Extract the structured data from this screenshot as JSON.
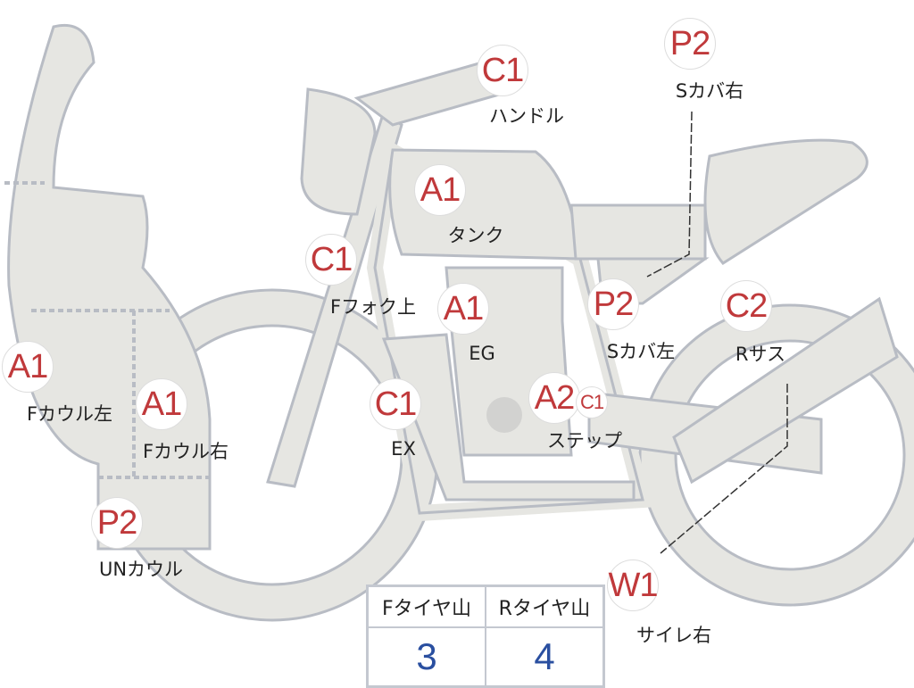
{
  "markers": [
    {
      "code": "C1",
      "label": "ハンドル"
    },
    {
      "code": "P2",
      "label": "Sカバ右"
    },
    {
      "code": "A1",
      "label": "タンク"
    },
    {
      "code": "C1",
      "label": "Fフォク上"
    },
    {
      "code": "A1",
      "label": "EG"
    },
    {
      "code": "P2",
      "label": "Sカバ左"
    },
    {
      "code": "C2",
      "label": "Rサス"
    },
    {
      "code": "A1",
      "label": "Fカウル左"
    },
    {
      "code": "A1",
      "label": "Fカウル右"
    },
    {
      "code": "C1",
      "label": "EX"
    },
    {
      "code": "A2",
      "label": "ステップ",
      "extra_code": "C1"
    },
    {
      "code": "P2",
      "label": "UNカウル"
    },
    {
      "code": "W1",
      "label": "サイレ右"
    }
  ],
  "tire_table": {
    "headers": [
      "Fタイヤ山",
      "Rタイヤ山"
    ],
    "values": [
      "3",
      "4"
    ]
  },
  "colors": {
    "code": "#c0393b",
    "value": "#2a4fa0",
    "body": "#e6e6e2",
    "outline": "#b8bcc4"
  }
}
